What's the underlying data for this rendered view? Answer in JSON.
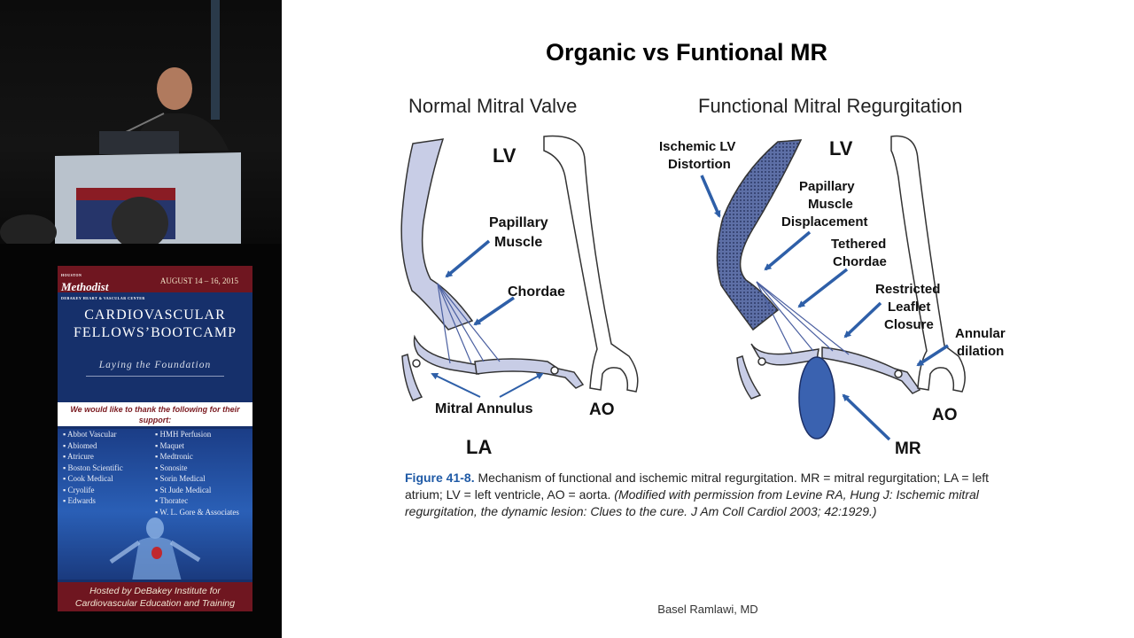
{
  "slide": {
    "title": "Organic vs Funtional MR",
    "author": "Basel Ramlawi, MD",
    "left_panel": {
      "heading": "Normal Mitral Valve",
      "labels": {
        "lv": "LV",
        "papillary": [
          "Papillary",
          "Muscle"
        ],
        "chordae": "Chordae",
        "annulus": "Mitral Annulus",
        "ao": "AO",
        "la": "LA"
      }
    },
    "right_panel": {
      "heading": "Functional Mitral Regurgitation",
      "labels": {
        "lv": "LV",
        "ischemic": [
          "Ischemic LV",
          "Distortion"
        ],
        "papillary": [
          "Papillary",
          "Muscle",
          "Displacement"
        ],
        "tethered": [
          "Tethered",
          "Chordae"
        ],
        "restricted": [
          "Restricted",
          "Leaflet",
          "Closure"
        ],
        "annular": [
          "Annular",
          "dilation"
        ],
        "ao": "AO",
        "mr": "MR"
      }
    },
    "caption": {
      "figure": "Figure 41-8.",
      "text": "Mechanism of functional and ischemic mitral regurgitation. MR = mitral regurgitation; LA = left atrium; LV = left ventricle, AO = aorta.",
      "citation": "(Modified with permission from Levine RA, Hung J: Ischemic mitral regurgitation, the dynamic lesion: Clues to the cure. J Am Coll Cardiol 2003; 42:1929.)"
    }
  },
  "sidebar": {
    "banner": {
      "logo_small": "HOUSTON",
      "logo": "Methodist",
      "logo_sub": "DEBAKEY HEART & VASCULAR CENTER",
      "dates": "AUGUST 14 – 16, 2015",
      "title_line1": "CARDIOVASCULAR",
      "title_line2": "FELLOWS’BOOTCAMP",
      "tagline": "Laying the Foundation",
      "thanks": "We would like to thank the following for their support:",
      "sponsors_left": [
        "Abbot Vascular",
        "Abiomed",
        "Atricure",
        "Boston Scientific",
        "Cook Medical",
        "Cryolife",
        "Edwards"
      ],
      "sponsors_right": [
        "HMH Perfusion",
        "Maquet",
        "Medtronic",
        "Sonosite",
        "Sorin Medical",
        "St Jude Medical",
        "Thoratec",
        "W. L. Gore & Associates"
      ],
      "hosted_line1": "Hosted by DeBakey Institute for",
      "hosted_line2": "Cardiovascular Education and Training"
    }
  },
  "colors": {
    "valve_fill": "#c8cde6",
    "arrow": "#2e5fa8",
    "mr_jet": "#3a62b0",
    "banner_red": "#6f1620",
    "banner_blue": "#16306b"
  }
}
